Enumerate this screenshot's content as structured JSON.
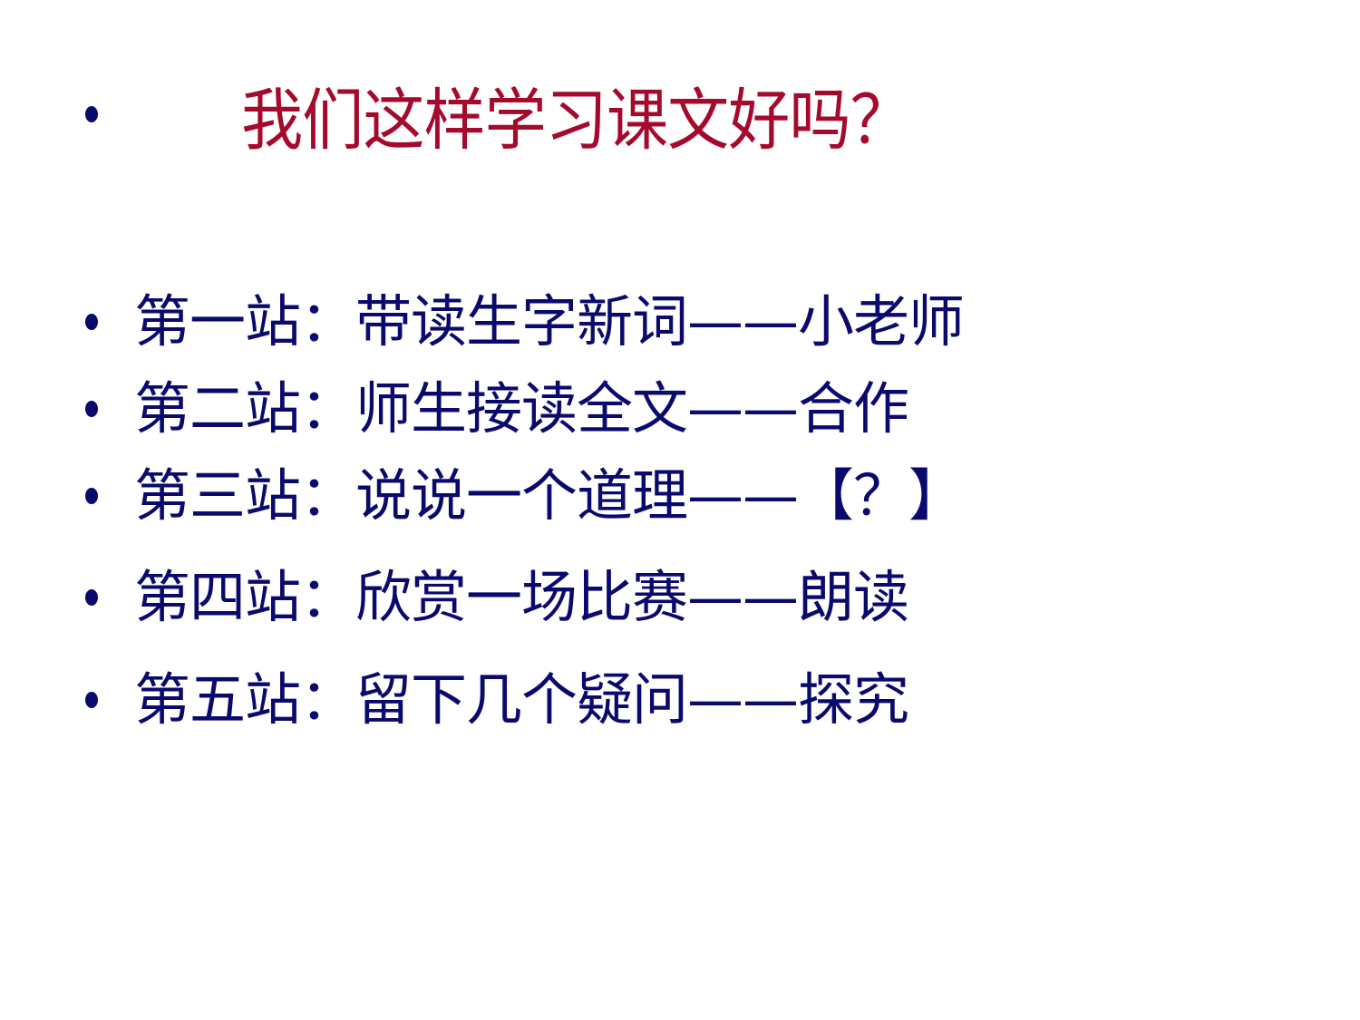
{
  "slide": {
    "title": "我们这样学习课文好吗？",
    "items": [
      {
        "label": "第一站：带读生字新词——小老师"
      },
      {
        "label": "第二站：师生接读全文——合作"
      },
      {
        "label": "第三站：说说一个道理——【？】"
      },
      {
        "label": "第四站：欣赏一场比赛——朗读"
      },
      {
        "label": "第五站：留下几个疑问——探究"
      }
    ],
    "colors": {
      "title": "#a50a2c",
      "body": "#0a0a6e",
      "background": "#ffffff"
    }
  }
}
